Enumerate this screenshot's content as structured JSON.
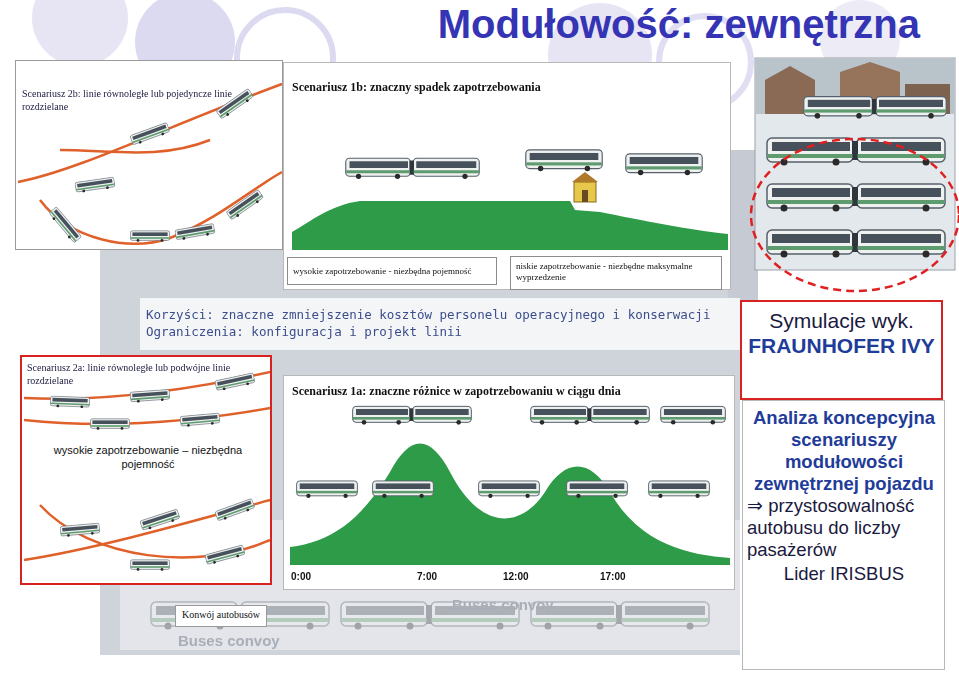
{
  "diagram": {
    "title": "Modułowość: zewnętrzna",
    "nodes": [
      {
        "text": [
          "Scenariusz 2b: linie równoległe lub pojedyncze linie rozdzielane"
        ]
      },
      {
        "text": [
          "Scenariusz 1b: znaczny spadek zapotrzebowania"
        ]
      },
      {
        "text": [
          "wysokie zapotrzebowanie - niezbędna pojemność"
        ],
        "in": 1
      },
      {
        "text": [
          "niskie zapotrzebowanie - niezbędne maksymalne wyprzedzenie"
        ],
        "in": 1
      },
      {
        "text": [
          "Korzyści: znaczne zmniejszenie kosztów personelu operacyjnego i konserwacji",
          "Ograniczenia: konfiguracja i projekt linii"
        ]
      },
      {
        "text": [
          "Scenariusz 2a: linie równoległe lub podwójne linie rozdzielane"
        ]
      },
      {
        "text": [
          "Scenariusz 1a: znaczne różnice w zapotrzebowaniu w ciągu dnia"
        ]
      },
      {
        "text": [
          "Konwój autobusów"
        ]
      },
      {
        "text": [
          "Symulacje wyk.",
          "FRAUNHOFER IVY"
        ]
      },
      {
        "text": [
          "Analiza koncepcyjna scenariuszy modułowości zewnętrznej pojazdu",
          "⇒ przystosowalność autobusu do liczby pasażerów",
          "Lider IRISBUS"
        ]
      }
    ],
    "labels": [
      "wysokie zapotrzebowanie – niezbędna pojemność",
      "0:00",
      "7:00",
      "12:00",
      "17:00",
      "Buses convoy",
      "Buses convoy"
    ]
  }
}
